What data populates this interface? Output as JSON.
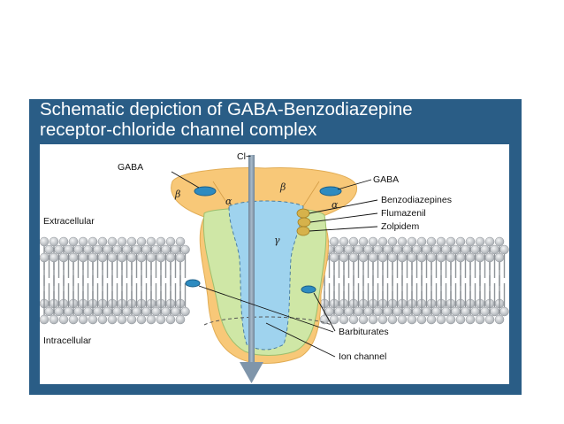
{
  "slide": {
    "title_line1": "Schematic depiction of GABA-Benzodiazepine",
    "title_line2": "receptor-chloride channel complex",
    "colors": {
      "panel": "#2a5d86",
      "title_text": "#ffffff",
      "receptor": "#f8c878",
      "inner_subunit": "#cfe7a6",
      "channel": "#9fd3ee",
      "membrane_head": "#c7cbcf",
      "binding_site": "#2e8bc0",
      "modulator_site": "#d6b24b",
      "arrow": "#7f95aa"
    }
  },
  "diagram": {
    "ion": "Cl−",
    "subunits": {
      "beta_left": "β",
      "alpha_left": "α",
      "beta_right": "β",
      "alpha_right": "α",
      "gamma": "γ"
    },
    "labels": {
      "gaba_left": "GABA",
      "gaba_right": "GABA",
      "benzodiazepines": "Benzodiazepines",
      "flumazenil": "Flumazenil",
      "zolpidem": "Zolpidem",
      "extracellular": "Extracellular",
      "intracellular": "Intracellular",
      "barbiturates": "Barbiturates",
      "ion_channel": "Ion channel"
    }
  }
}
